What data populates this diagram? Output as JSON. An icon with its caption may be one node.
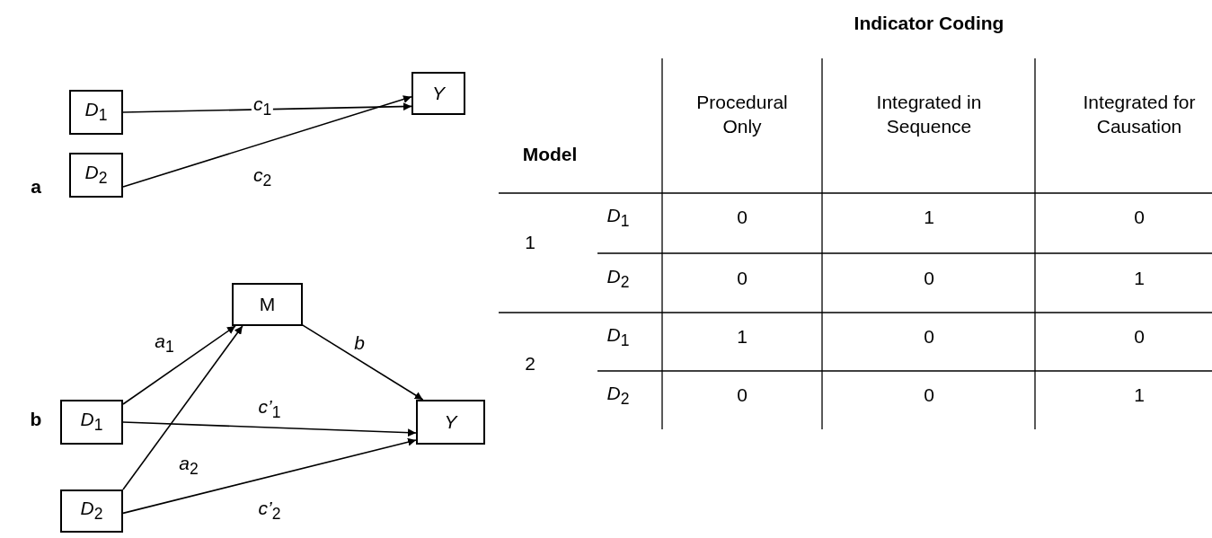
{
  "diagram": {
    "nodes": [
      {
        "text": [
          "*D*$_{1}$"
        ]
      },
      {
        "text": [
          "Y"
        ]
      },
      {
        "text": [
          "*D*$_{2}$"
        ]
      },
      {
        "text": [
          "M"
        ]
      },
      {
        "text": [
          "*D*$_{1}$"
        ]
      },
      {
        "text": [
          "Y"
        ]
      },
      {
        "text": [
          "*D*$_{2}$"
        ]
      }
    ],
    "edges": [
      {
        "from": 0,
        "to": 1,
        "arrow": "to",
        "label": "*c*$_{1}$"
      },
      {
        "from": 2,
        "to": 1,
        "arrow": "to",
        "label": "*c*$_{2}$"
      },
      {
        "from": 4,
        "to": 3,
        "arrow": "to",
        "label": "*a*$_{1}$"
      },
      {
        "from": 6,
        "to": 3,
        "arrow": "to",
        "label": "*a*$_{2}$"
      },
      {
        "from": 3,
        "to": 5,
        "arrow": "to",
        "label": "b"
      },
      {
        "from": 4,
        "to": 5,
        "arrow": "to",
        "label": "*c’*$_{1}$"
      },
      {
        "from": 6,
        "to": 5,
        "arrow": "to",
        "label": "*c’*$_{2}$"
      }
    ],
    "labels": [
      "a",
      "b",
      "Indicator Coding",
      "Model",
      "Procedural Only",
      "Integrated in Sequence",
      "Integrated for Causation",
      "1",
      "*D*$_{1}$",
      "0",
      "1",
      "0",
      "*D*$_{2}$",
      "0",
      "0",
      "1",
      "2",
      "*D*$_{1}$",
      "1",
      "0",
      "0",
      "*D*$_{2}$",
      "0",
      "0",
      "1"
    ]
  }
}
